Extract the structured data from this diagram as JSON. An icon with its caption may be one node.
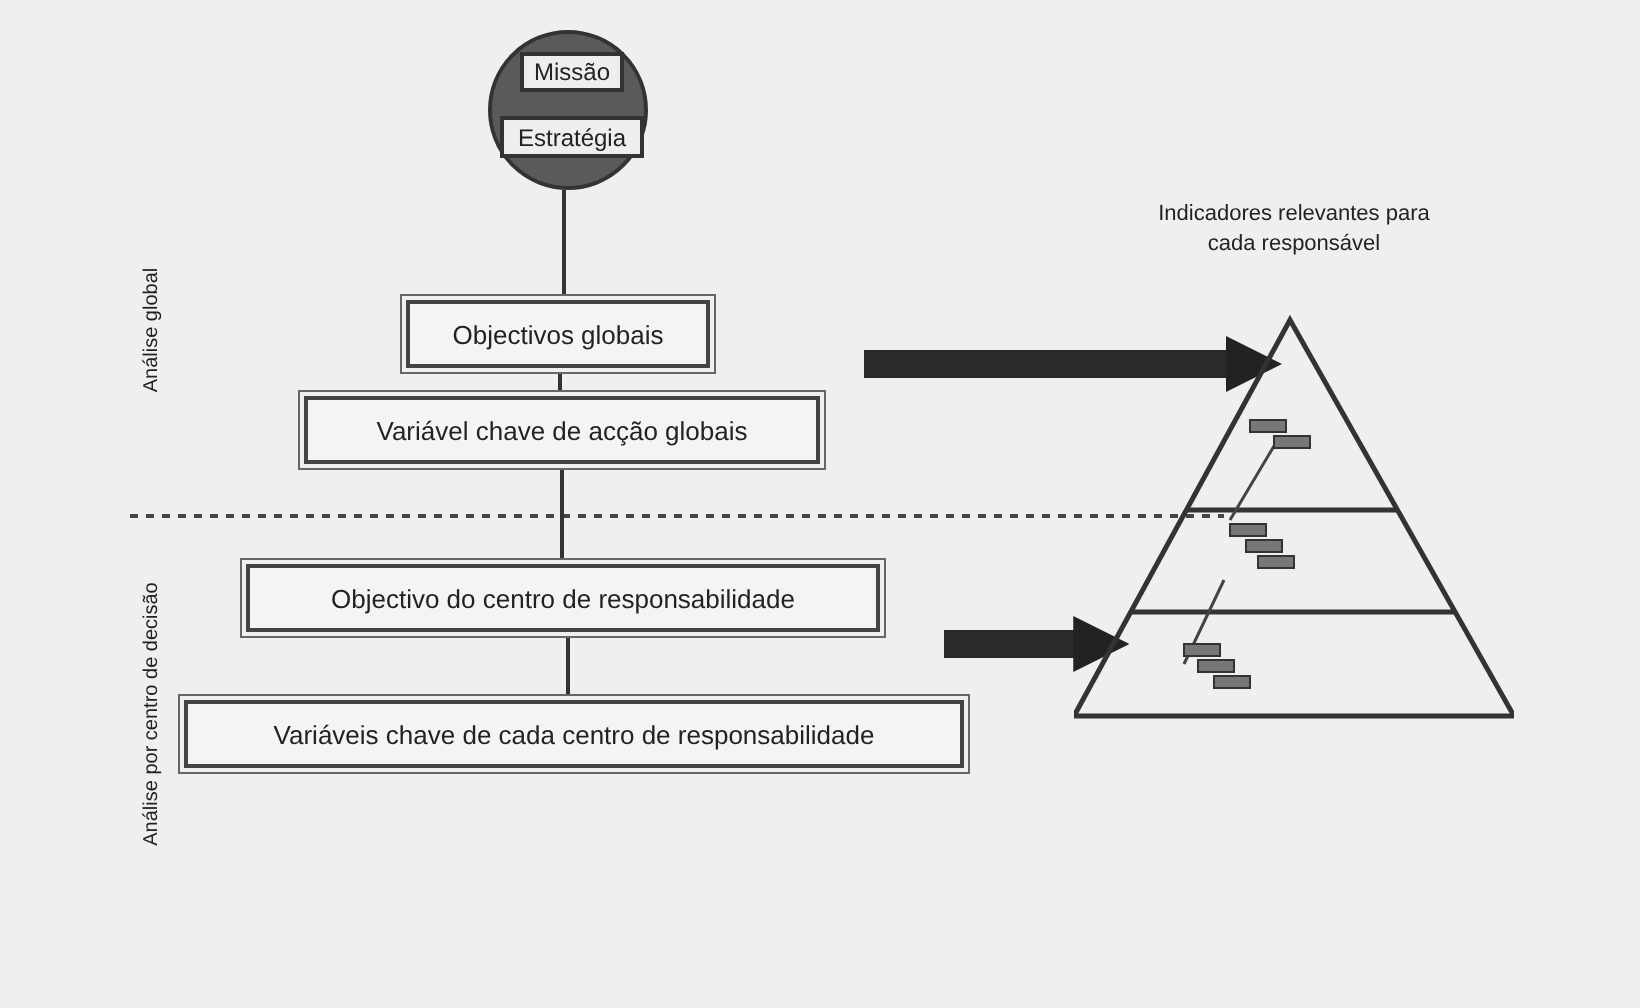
{
  "diagram": {
    "nodes": [
      {
        "text": [],
        "shape": "circle"
      },
      {
        "text": [
          "Missão"
        ],
        "in": 0
      },
      {
        "text": [
          "Estratégia"
        ],
        "in": 0
      },
      {
        "text": [
          "Objectivos globais"
        ]
      },
      {
        "text": [
          "Variável chave de acção globais"
        ]
      },
      {
        "text": [
          "Objectivo do centro de responsabilidade"
        ]
      },
      {
        "text": [
          "Variáveis chave de cada centro de responsabilidade"
        ]
      },
      {
        "text": [
          "Indicadores relevantes para cada responsável"
        ]
      }
    ],
    "edges": [
      {
        "from": 0,
        "to": 3,
        "arrow": "none"
      },
      {
        "from": 3,
        "to": 4,
        "arrow": "none"
      },
      {
        "from": 4,
        "to": 5,
        "arrow": "none"
      },
      {
        "from": 5,
        "to": 6,
        "arrow": "none"
      },
      {
        "from": null,
        "to": 7,
        "arrow": "to",
        "style": "thick"
      },
      {
        "from": null,
        "to": 7,
        "arrow": "to",
        "style": "thick"
      }
    ],
    "labels": [
      "Análise global",
      "Análise por centro de decisão"
    ]
  }
}
